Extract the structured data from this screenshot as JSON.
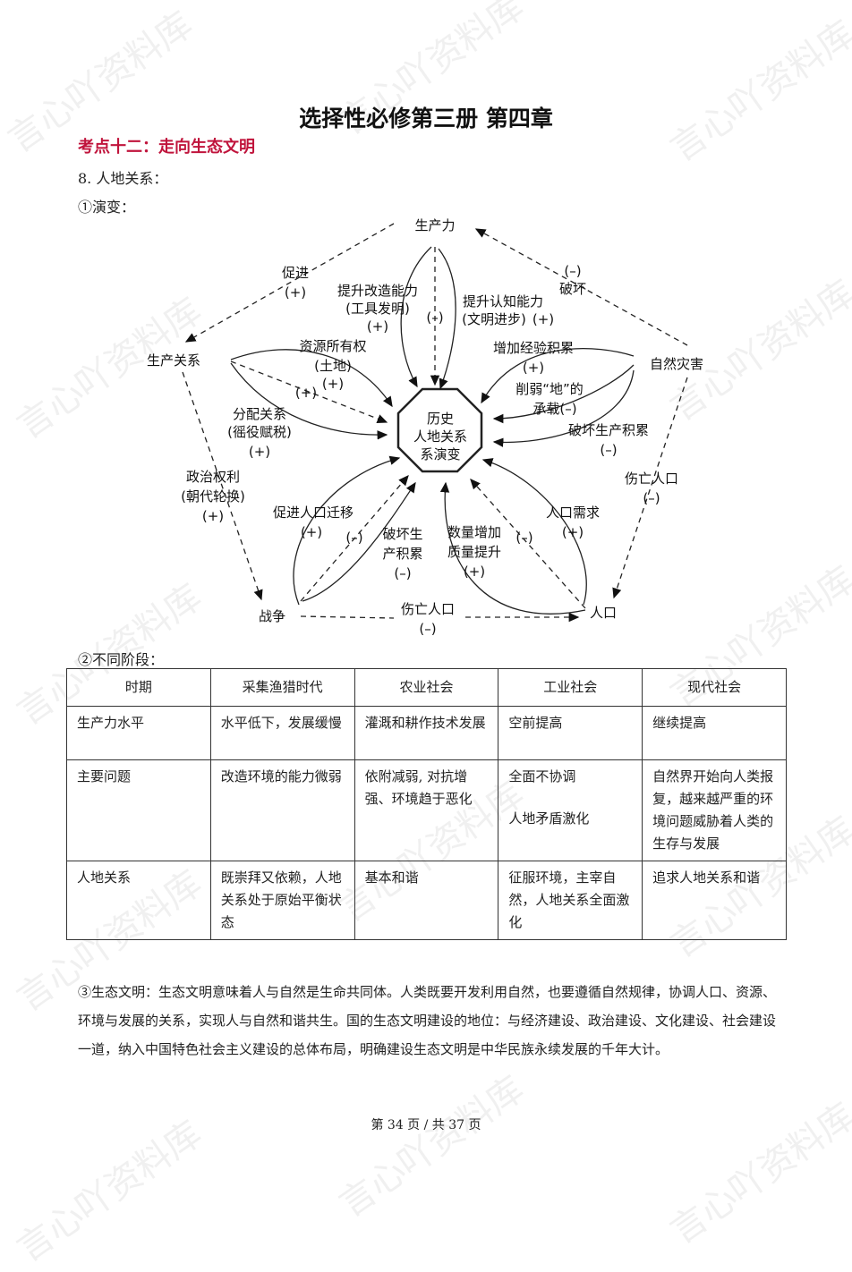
{
  "watermark": "言心吖资料库",
  "title": "选择性必修第三册 第四章",
  "section_heading": "考点十二：走向生态文明",
  "item_8": "8.  人地关系：",
  "sub_1": "①演变：",
  "diagram": {
    "center": [
      "历史",
      "人地关系",
      "系演变"
    ],
    "nodes": {
      "productivity": "生产力",
      "relations": "生产关系",
      "disaster": "自然灾害",
      "war": "战争",
      "population": "人口"
    },
    "labels": {
      "promote": "促进",
      "plus": "(+)",
      "minus": "(–)",
      "destroy": "破坏",
      "improve_transform_1": "提升改造能力",
      "improve_transform_2": "(工具发明)",
      "improve_cognition_1": "提升认知能力",
      "improve_cognition_2": "(文明进步)",
      "resource_ownership_1": "资源所有权",
      "resource_ownership_2": "(土地)",
      "distribution_1": "分配关系",
      "distribution_2": "(徭役赋税)",
      "political_1": "政治权利",
      "political_2": "(朝代轮换)",
      "experience": "增加经验积累",
      "weaken_1": "削弱“地”的",
      "weaken_2": "承载(–)",
      "destroy_accum": "破坏生产积累",
      "casualty": "伤亡人口",
      "migration": "促进人口迁移",
      "destroy_prod_1": "破坏生",
      "destroy_prod_2": "产积累",
      "quantity_1": "数量增加",
      "quantity_2": "质量提升",
      "demand": "人口需求"
    }
  },
  "sub_2": "②不同阶段：",
  "table": {
    "headers": [
      "时期",
      "采集渔猎时代",
      "农业社会",
      "工业社会",
      "现代社会"
    ],
    "rows": [
      [
        "生产力水平",
        "水平低下，发展缓慢",
        "灌溉和耕作技术发展",
        "空前提高",
        "继续提高"
      ],
      [
        "主要问题",
        "改造环境的能力微弱",
        "依附减弱, 对抗增强、环境趋于恶化",
        "全面不协调",
        "自然界开始向人类报复，越来越严重的环境问题威胁着人类的生存与发展"
      ],
      [
        "人地关系",
        "既崇拜又依赖，人地关系处于原始平衡状态",
        "基本和谐",
        "征服环境，主宰自然，人地关系全面激化",
        "追求人地关系和谐"
      ]
    ],
    "extra_line": "人地矛盾激化"
  },
  "para_3": "③生态文明：生态文明意味着人与自然是生命共同体。人类既要开发利用自然，也要遵循自然规律，协调人口、资源、环境与发展的关系，实现人与自然和谐共生。国的生态文明建设的地位：与经济建设、政治建设、文化建设、社会建设一道，纳入中国特色社会主义建设的总体布局，明确建设生态文明是中华民族永续发展的千年大计。",
  "footer": "第 34 页 / 共 37 页"
}
